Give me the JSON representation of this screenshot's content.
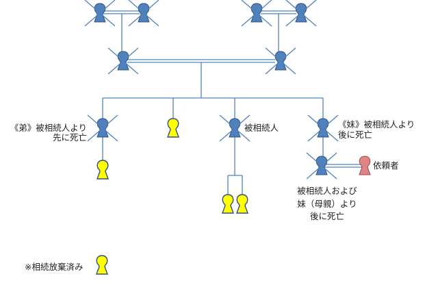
{
  "colors": {
    "line": "#4f81bd",
    "person_blue_fill": "#4f81bd",
    "person_blue_stroke": "#2f4f80",
    "person_yellow_fill": "#ffff00",
    "person_yellow_stroke": "#2f4f80",
    "person_pink_fill": "#e08585",
    "person_pink_stroke": "#9a4848",
    "deceased_cross": "#4f81bd"
  },
  "labels": {
    "brother_line1": "《弟》被相続人より",
    "brother_line2": "先に死亡",
    "deceased_person": "被相続人",
    "sister_line1": "《妹》被相続人より",
    "sister_line2": "後に死亡",
    "requester": "依頼者",
    "sister_spouse_line1": "被相続人および",
    "sister_spouse_line2": "妹（母親）より",
    "sister_spouse_line3": "後に死亡",
    "legend_renounced": "※相続放棄済み"
  }
}
